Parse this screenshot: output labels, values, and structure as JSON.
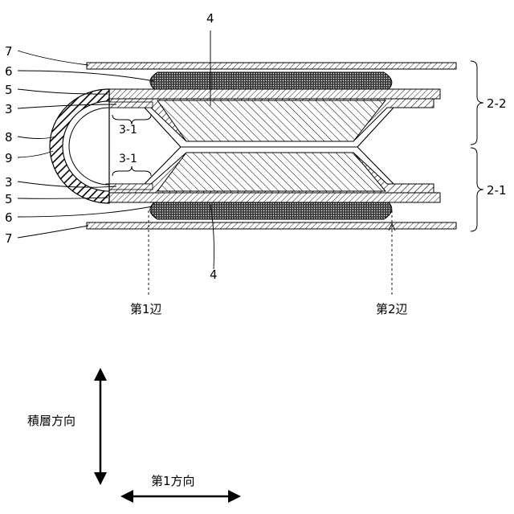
{
  "labels": {
    "left": [
      "7",
      "6",
      "5",
      "3",
      "8",
      "9",
      "3",
      "5",
      "6",
      "7"
    ],
    "top_4": "4",
    "bottom_4": "4",
    "sub_upper": "3-1",
    "sub_lower": "3-1",
    "group_upper": "2-2",
    "group_lower": "2-1",
    "side_1": "第1辺",
    "side_2": "第2辺"
  },
  "axes": {
    "stacking_direction": "積層方向",
    "first_direction": "第1方向"
  }
}
